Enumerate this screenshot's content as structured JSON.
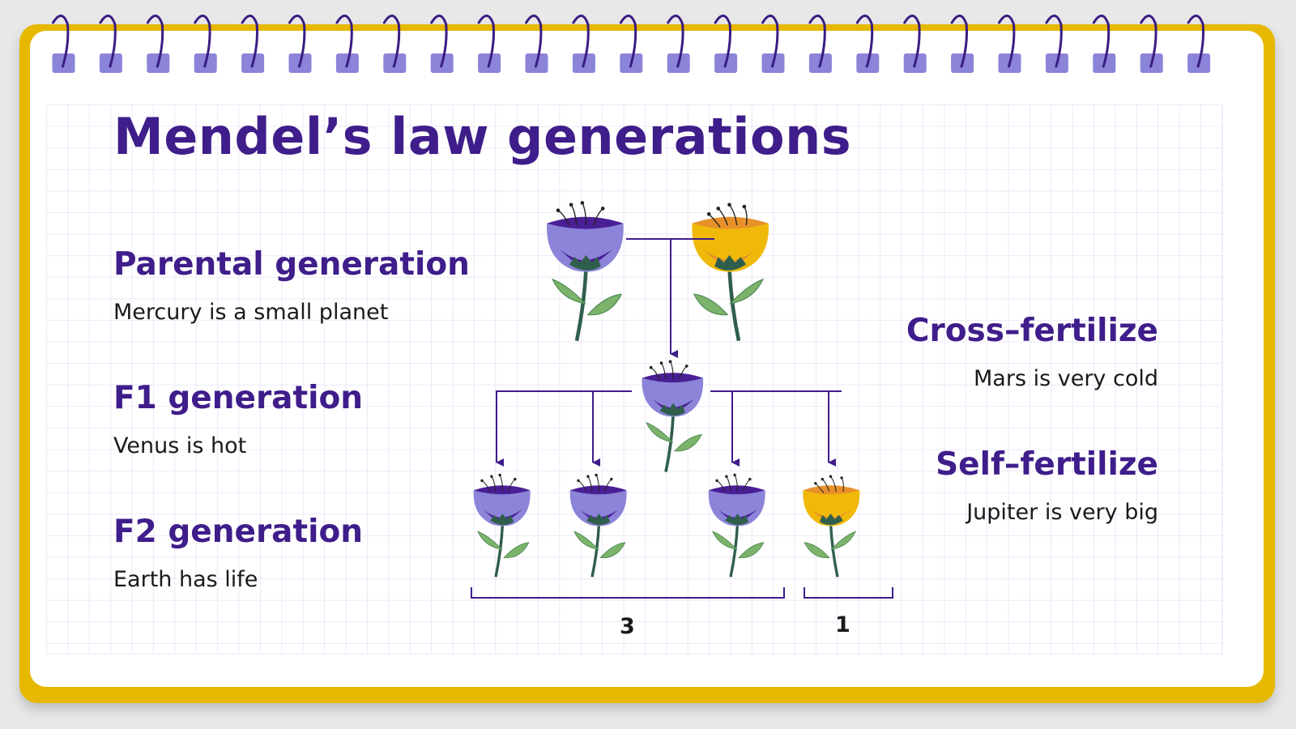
{
  "slide": {
    "title": "Mendel’s law generations"
  },
  "left_column": [
    {
      "heading": "Parental generation",
      "text": "Mercury is a small planet"
    },
    {
      "heading": "F1 generation",
      "text": "Venus is hot"
    },
    {
      "heading": "F2 generation",
      "text": "Earth has life"
    }
  ],
  "right_column": [
    {
      "heading": "Cross–fertilize",
      "text": "Mars is very cold"
    },
    {
      "heading": "Self–fertilize",
      "text": "Jupiter is very big"
    }
  ],
  "diagram": {
    "parents": [
      "purple",
      "yellow"
    ],
    "f1": [
      "purple"
    ],
    "f2": [
      "purple",
      "purple",
      "purple",
      "yellow"
    ],
    "ratio_labels": {
      "dominant": "3",
      "recessive": "1"
    }
  },
  "colors": {
    "accent": "#3f1d8a",
    "frame": "#e6b800",
    "ring_tab": "#8b84d8",
    "purple_petal": "#8b84d8",
    "purple_inner": "#4a1f95",
    "yellow_petal": "#f0b90a",
    "yellow_inner": "#e8912a",
    "stem": "#2f5f4c",
    "leaf": "#7bb36b"
  }
}
